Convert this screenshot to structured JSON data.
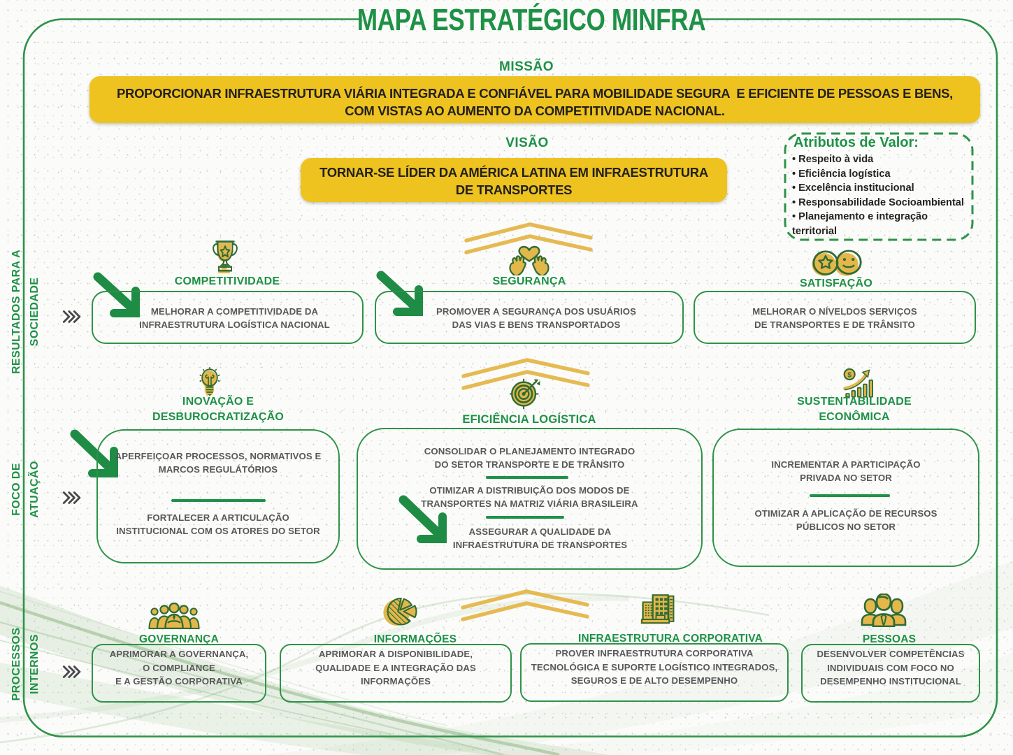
{
  "title": "MAPA ESTRATÉGICO MINFRA",
  "palette": {
    "green_text": "#1E9147",
    "green_border": "#2E9249",
    "green_icon_dark": "#2F6B35",
    "gold_box": "#EEC31F",
    "gold_icon": "#E4B74B",
    "text_dark": "#22201D",
    "text_gray": "#58585A",
    "arrow_green": "#1E8C45"
  },
  "mission": {
    "label": "MISSÃO",
    "lines": [
      "PROPORCIONAR INFRAESTRUTURA VIÁRIA INTEGRADA E CONFIÁVEL PARA MOBILIDADE SEGURA  E EFICIENTE DE PESSOAS E BENS,",
      "COM VISTAS AO AUMENTO DA COMPETITIVIDADE NACIONAL."
    ]
  },
  "vision": {
    "label": "VISÃO",
    "lines": [
      "TORNAR-SE LÍDER DA AMÉRICA LATINA EM INFRAESTRUTURA",
      "DE TRANSPORTES"
    ]
  },
  "value_attributes": {
    "title": "Atributos de Valor:",
    "items": [
      "Respeito à vida",
      "Eficiência logística",
      "Excelência institucional",
      "Responsabilidade Socioambiental",
      "Planejamento e integração territorial"
    ]
  },
  "perspectives": [
    {
      "label_lines": [
        "RESULTADOS PARA A",
        "SOCIEDADE"
      ]
    },
    {
      "label_lines": [
        "FOCO DE",
        "ATUAÇÃO"
      ]
    },
    {
      "label_lines": [
        "PROCESSOS",
        "INTERNOS"
      ]
    }
  ],
  "society": {
    "competitividade": {
      "title": "COMPETITIVIDADE",
      "lines": [
        "MELHORAR A COMPETITIVIDADE DA",
        "INFRAESTRUTURA LOGÍSTICA NACIONAL"
      ]
    },
    "seguranca": {
      "title": "SEGURANÇA",
      "lines": [
        "PROMOVER A SEGURANÇA DOS USUÁRIOS",
        "DAS VIAS E BENS TRANSPORTADOS"
      ]
    },
    "satisfacao": {
      "title": "SATISFAÇÃO",
      "lines": [
        "MELHORAR O NÍVELDOS SERVIÇOS",
        "DE TRANSPORTES E DE TRÂNSITO"
      ]
    }
  },
  "focus": {
    "inovacao": {
      "title_lines": [
        "INOVAÇÃO E",
        "DESBUROCRATIZAÇÃO"
      ],
      "objectives": [
        [
          "APERFEIÇOAR PROCESSOS, NORMATIVOS E",
          "MARCOS REGULÁTÓRIOS"
        ],
        [
          "FORTALECER A ARTICULAÇÃO",
          "INSTITUCIONAL COM OS ATORES DO SETOR"
        ]
      ]
    },
    "eficiencia": {
      "title": "EFICIÊNCIA LOGÍSTICA",
      "objectives": [
        [
          "CONSOLIDAR O PLANEJAMENTO INTEGRADO",
          "DO SETOR TRANSPORTE E DE TRÂNSITO"
        ],
        [
          "OTIMIZAR A DISTRIBUIÇÃO DOS MODOS DE",
          "TRANSPORTES NA MATRIZ VIÁRIA BRASILEIRA"
        ],
        [
          "ASSEGURAR A QUALIDADE DA",
          "INFRAESTRUTURA DE TRANSPORTES"
        ]
      ]
    },
    "sustentabilidade": {
      "title_lines": [
        "SUSTENTABILIDADE",
        "ECONÔMICA"
      ],
      "objectives": [
        [
          "INCREMENTAR A PARTICIPAÇÃO",
          "PRIVADA NO SETOR"
        ],
        [
          "OTIMIZAR A APLICAÇÃO DE RECURSOS",
          "PÚBLICOS NO SETOR"
        ]
      ]
    }
  },
  "internal": {
    "governanca": {
      "title": "GOVERNANÇA",
      "lines": [
        "APRIMORAR A GOVERNANÇA,",
        "O COMPLIANCE",
        "E A GESTÃO CORPORATIVA"
      ]
    },
    "informacoes": {
      "title": "INFORMAÇÕES",
      "lines": [
        "APRIMORAR A DISPONIBILIDADE,",
        "QUALIDADE E A INTEGRAÇÃO DAS",
        "INFORMAÇÕES"
      ]
    },
    "infraestrutura": {
      "title": "INFRAESTRUTURA CORPORATIVA",
      "lines": [
        "PROVER INFRAESTRUTURA CORPORATIVA",
        "TECNOLÓGICA E SUPORTE LOGÍSTICO INTEGRADOS,",
        "SEGUROS E DE ALTO DESEMPENHO"
      ]
    },
    "pessoas": {
      "title": "PESSOAS",
      "lines": [
        "DESENVOLVER COMPETÊNCIAS",
        "INDIVIDUAIS COM FOCO NO",
        "DESEMPENHO INSTITUCIONAL"
      ]
    }
  }
}
